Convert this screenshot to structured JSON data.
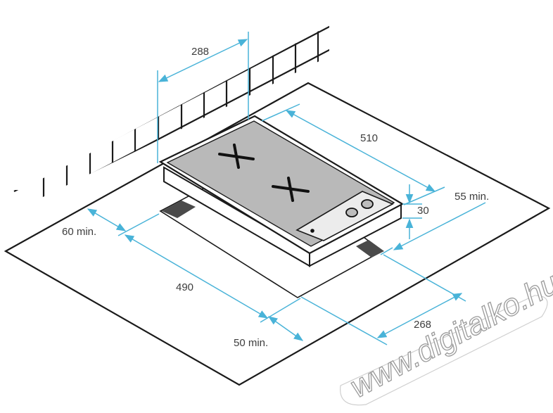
{
  "dimensions": {
    "top_width": "288",
    "depth": "510",
    "front_clearance": "55 min.",
    "height": "30",
    "left_clearance": "60 min.",
    "cutout_depth": "490",
    "cutout_width": "268",
    "rear_clearance": "50 min."
  },
  "watermark": "www.digitalko.hu",
  "colors": {
    "dimension_line": "#49b3d8",
    "outline": "#1a1a1a",
    "cooktop_surface": "#b9b9b9"
  }
}
